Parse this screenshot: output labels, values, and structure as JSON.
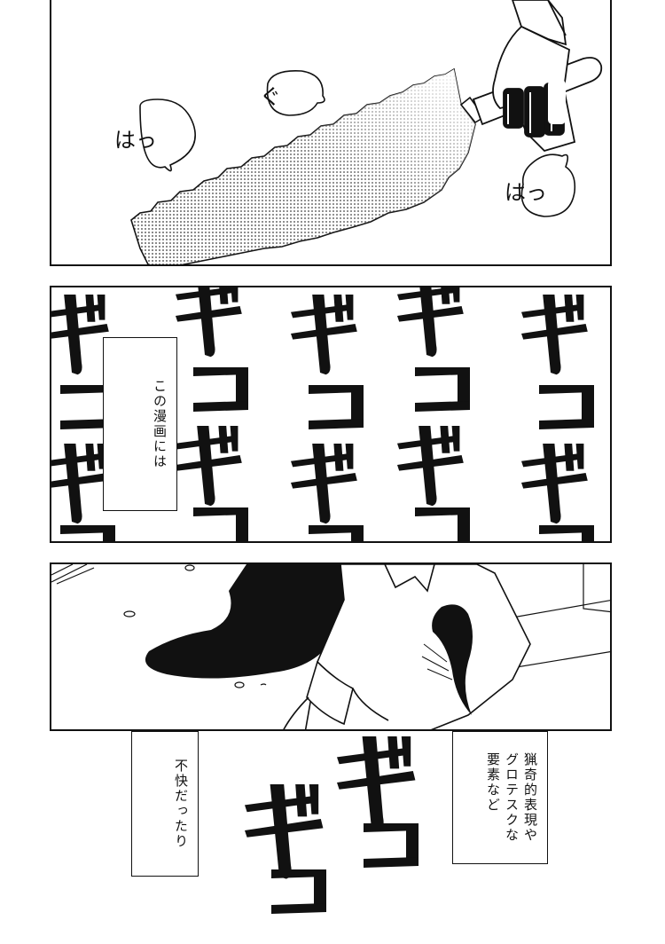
{
  "panel1": {
    "bubbles": [
      "はっ",
      "ぐ",
      "はっ"
    ]
  },
  "panel2": {
    "caption": "この漫画には"
  },
  "panel3": {},
  "bottom": {
    "caption_right": "猟奇的表現や\nグロテスクな\n要素など",
    "caption_left": "不快だったり"
  },
  "colors": {
    "ink": "#111111",
    "paper": "#ffffff",
    "screentone": "#888888"
  }
}
